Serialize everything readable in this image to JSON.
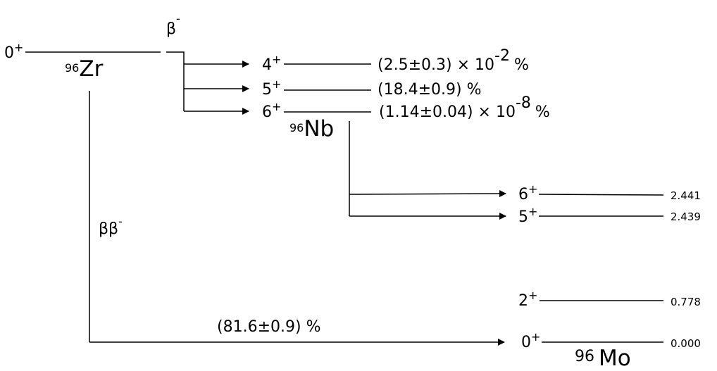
{
  "parent": {
    "spin": "0",
    "parity": "+",
    "mass_number": "96",
    "symbol": "Zr"
  },
  "beta_decay": {
    "label": "β",
    "charge": "-",
    "branches": [
      {
        "spin": "4",
        "parity": "+",
        "ratio_main": "(2.5±0.3) × 10",
        "ratio_exp": "-2",
        "ratio_unit": "%"
      },
      {
        "spin": "5",
        "parity": "+",
        "ratio_main": "(18.4±0.9) %",
        "ratio_exp": "",
        "ratio_unit": ""
      },
      {
        "spin": "6",
        "parity": "+",
        "ratio_main": "(1.14±0.04) × 10",
        "ratio_exp": "-8",
        "ratio_unit": "%"
      }
    ]
  },
  "intermediate": {
    "mass_number": "96",
    "symbol": "Nb"
  },
  "daughter": {
    "mass_number": "96",
    "symbol": "Mo",
    "levels": [
      {
        "spin": "6",
        "parity": "+",
        "energy": "2.441"
      },
      {
        "spin": "5",
        "parity": "+",
        "energy": "2.439"
      },
      {
        "spin": "2",
        "parity": "+",
        "energy": "0.778"
      },
      {
        "spin": "0",
        "parity": "+",
        "energy": "0.000"
      }
    ]
  },
  "double_beta": {
    "label": "ββ",
    "charge": "-",
    "ratio": "(81.6±0.9) %"
  }
}
